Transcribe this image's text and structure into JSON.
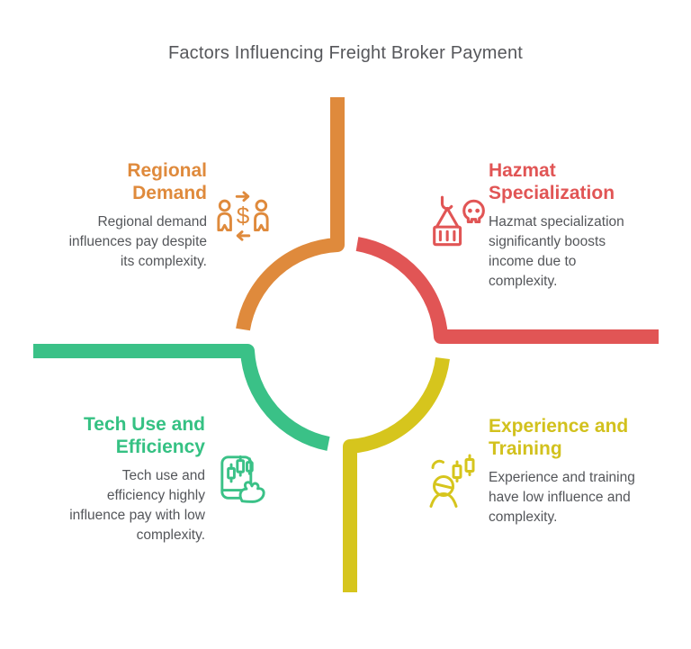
{
  "title": "Factors Influencing Freight Broker Payment",
  "colors": {
    "orange": "#DF8A3C",
    "red": "#E15555",
    "green": "#3AC187",
    "yellow": "#D6C51D",
    "text_gray": "#54565A",
    "background": "#FFFFFF"
  },
  "diagram": {
    "type": "quadrant-cycle",
    "center_shape": "segmented-circle",
    "segments": [
      {
        "position": "top-left",
        "color": "#DF8A3C",
        "connector": "vertical-line-top"
      },
      {
        "position": "top-right",
        "color": "#E15555",
        "connector": "horizontal-line-right"
      },
      {
        "position": "bottom-left",
        "color": "#3AC187",
        "connector": "horizontal-line-left"
      },
      {
        "position": "bottom-right",
        "color": "#D6C51D",
        "connector": "vertical-line-bottom"
      }
    ]
  },
  "quadrants": [
    {
      "id": "regional-demand",
      "heading": "Regional Demand",
      "body": "Regional demand influences pay despite its complexity.",
      "color": "#DF8A3C",
      "icon": "people-money-exchange-icon"
    },
    {
      "id": "hazmat-specialization",
      "heading": "Hazmat Specialization",
      "body": "Hazmat specialization significantly boosts income due to complexity.",
      "color": "#E15555",
      "icon": "hazmat-crane-skull-icon"
    },
    {
      "id": "tech-use-efficiency",
      "heading": "Tech Use and Efficiency",
      "body": "Tech use and efficiency highly influence pay with low complexity.",
      "color": "#3AC187",
      "icon": "trading-app-hand-icon"
    },
    {
      "id": "experience-training",
      "heading": "Experience and Training",
      "body": "Experience and training have low influence and complexity.",
      "color": "#D6C51D",
      "icon": "person-candlestick-icon"
    }
  ]
}
